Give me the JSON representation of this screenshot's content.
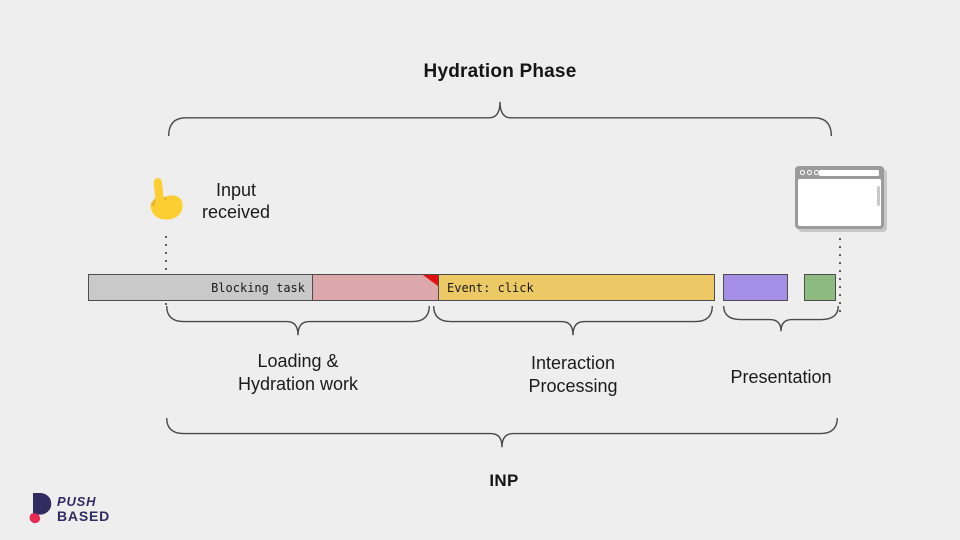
{
  "page": {
    "background": "#eeeeee"
  },
  "header": {
    "title": "Hydration Phase"
  },
  "input_event": {
    "label": "Input received",
    "icon": "pointing-up-finger"
  },
  "browser_window": {
    "icon": "browser-window"
  },
  "timeline": {
    "segments": [
      {
        "id": "blocking-task",
        "label": "Blocking task",
        "color": "#c9c9c9",
        "relative_width": 225
      },
      {
        "id": "blocking-overrun",
        "label": "",
        "color": "#dca8ab",
        "relative_width": 127,
        "marker": {
          "name": "interruption-marker",
          "color": "#e21111"
        }
      },
      {
        "id": "event-click",
        "label": "Event: click",
        "color": "#ecc964",
        "relative_width": 277
      },
      {
        "id": "presentation-purple",
        "label": "",
        "color": "#a58ee6",
        "relative_width": 65
      },
      {
        "id": "presentation-green",
        "label": "",
        "color": "#8cba81",
        "relative_width": 32
      }
    ]
  },
  "phase_labels": {
    "loading": "Loading & Hydration work",
    "interaction": "Interaction Processing",
    "presentation": "Presentation"
  },
  "footer": {
    "metric_label": "INP"
  },
  "logo": {
    "line1": "PUSH",
    "line2": "BASED",
    "navy": "#322b60",
    "red": "#e62b54"
  }
}
